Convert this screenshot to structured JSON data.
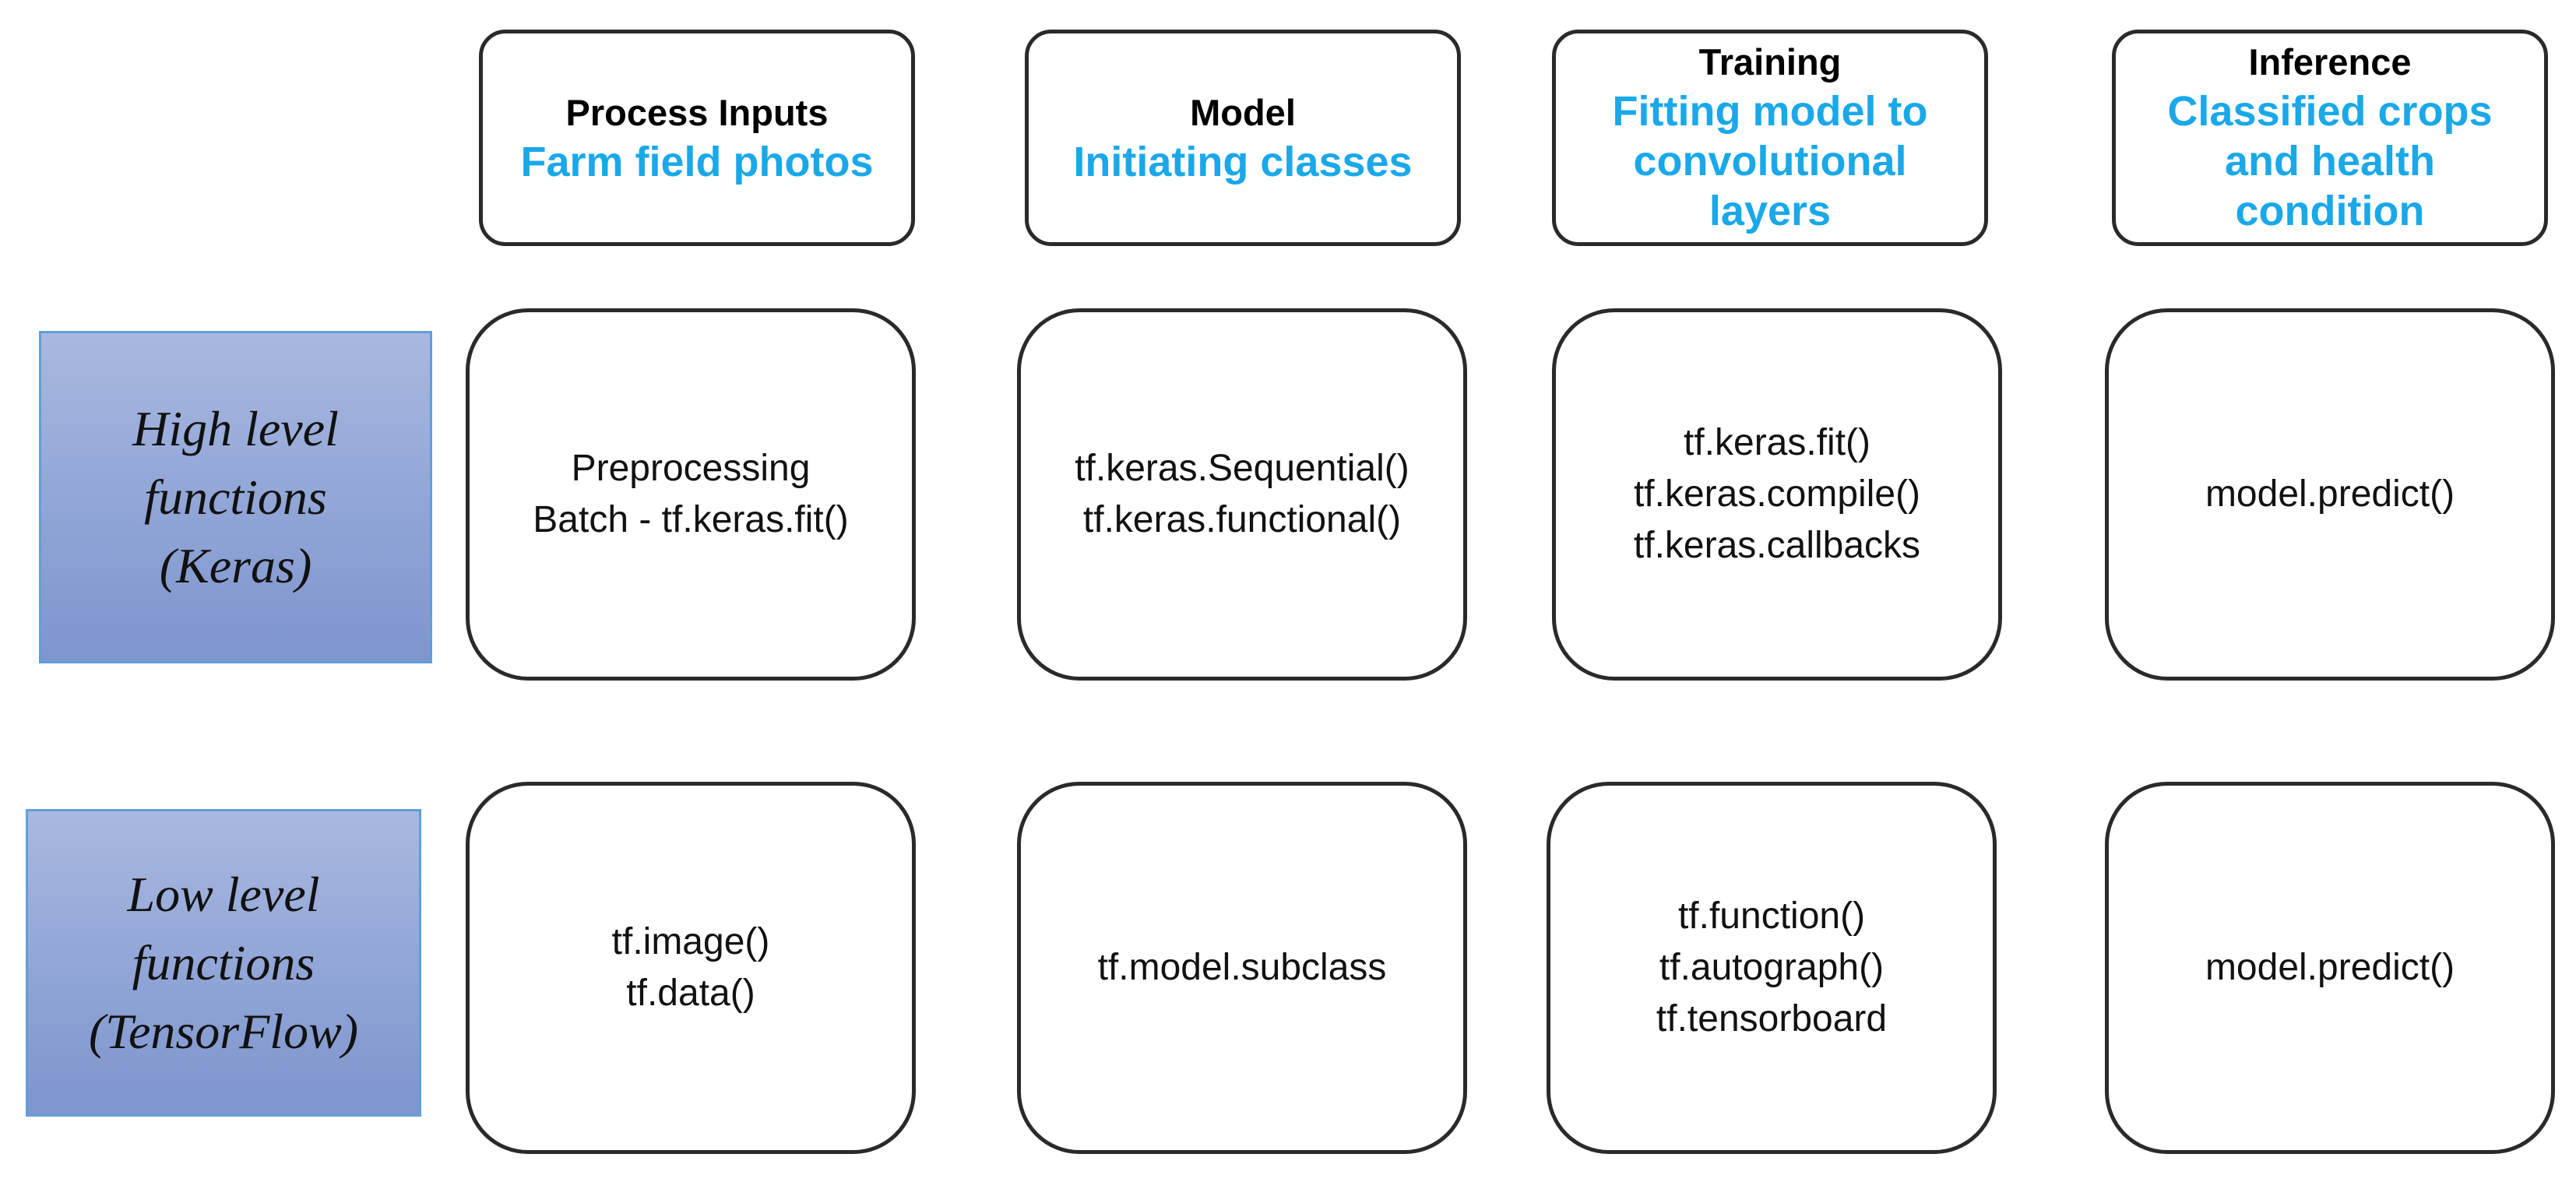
{
  "columns": [
    {
      "title": "Process Inputs",
      "subtitle_lines": [
        "Farm field photos"
      ]
    },
    {
      "title": "Model",
      "subtitle_lines": [
        "Initiating classes"
      ]
    },
    {
      "title": "Training",
      "subtitle_lines": [
        "Fitting model to",
        "convolutional",
        "layers"
      ]
    },
    {
      "title": "Inference",
      "subtitle_lines": [
        "Classified crops",
        "and health",
        "condition"
      ]
    }
  ],
  "rows": [
    {
      "label_lines": [
        "High level",
        "functions",
        "(Keras)"
      ],
      "cells": [
        [
          "Preprocessing",
          "Batch - tf.keras.fit()"
        ],
        [
          "tf.keras.Sequential()",
          "tf.keras.functional()"
        ],
        [
          "tf.keras.fit()",
          "tf.keras.compile()",
          "tf.keras.callbacks"
        ],
        [
          "model.predict()"
        ]
      ]
    },
    {
      "label_lines": [
        "Low level",
        "functions",
        "(TensorFlow)"
      ],
      "cells": [
        [
          "tf.image()",
          "tf.data()"
        ],
        [
          "tf.model.subclass"
        ],
        [
          "tf.function()",
          "tf.autograph()",
          "tf.tensorboard"
        ],
        [
          "model.predict()"
        ]
      ]
    }
  ],
  "colors": {
    "subtitle": "#1aa8e8",
    "label_fill": "#94a8d8",
    "label_border": "#5f9fd9",
    "box_border": "#2a2a2a"
  }
}
